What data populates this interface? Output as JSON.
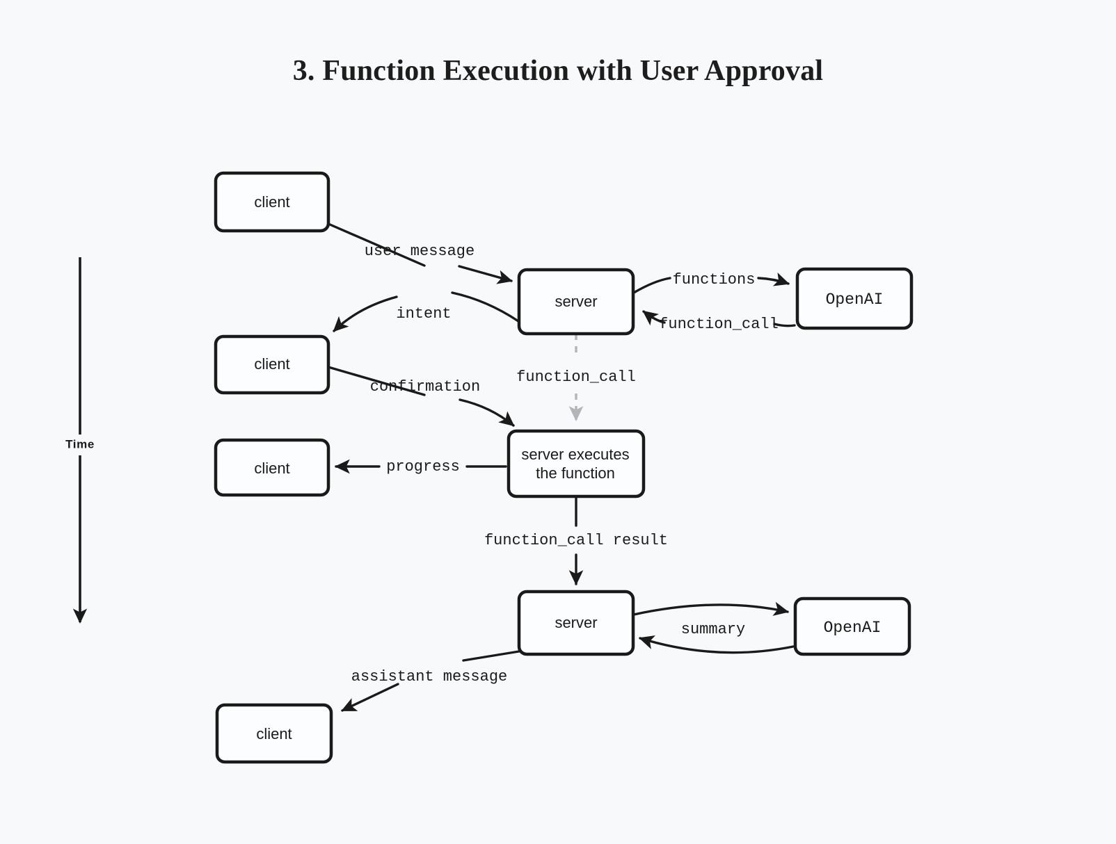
{
  "title": "3. Function Execution with User Approval",
  "colors": {
    "background": "#f7f9fb",
    "node_fill": "#fcfdfe",
    "stroke": "#1a1a1a",
    "dashed_stroke": "#b3b6b9"
  },
  "axis": {
    "label": "Time",
    "direction": "downward"
  },
  "nodes": [
    {
      "id": "client1",
      "label": "client",
      "font": "sans"
    },
    {
      "id": "server1",
      "label": "server",
      "font": "sans"
    },
    {
      "id": "openai1",
      "label": "OpenAI",
      "font": "mono"
    },
    {
      "id": "client2",
      "label": "client",
      "font": "sans"
    },
    {
      "id": "exec",
      "label_line1": "server executes",
      "label_line2": "the function",
      "font": "sans"
    },
    {
      "id": "client3",
      "label": "client",
      "font": "sans"
    },
    {
      "id": "server2",
      "label": "server",
      "font": "sans"
    },
    {
      "id": "openai2",
      "label": "OpenAI",
      "font": "mono"
    },
    {
      "id": "client4",
      "label": "client",
      "font": "sans"
    }
  ],
  "edges": [
    {
      "id": "e1",
      "from": "client1",
      "to": "server1",
      "label": "user message",
      "style": "solid"
    },
    {
      "id": "e2",
      "from": "server1",
      "to": "openai1",
      "label": "functions",
      "style": "solid"
    },
    {
      "id": "e3",
      "from": "openai1",
      "to": "server1",
      "label": "function_call",
      "style": "solid"
    },
    {
      "id": "e4",
      "from": "server1",
      "to": "client2",
      "label": "intent",
      "style": "solid"
    },
    {
      "id": "e5",
      "from": "server1",
      "to": "exec",
      "label": "function_call",
      "style": "dashed"
    },
    {
      "id": "e6",
      "from": "client2",
      "to": "exec",
      "label": "confirmation",
      "style": "solid"
    },
    {
      "id": "e7",
      "from": "exec",
      "to": "client3",
      "label": "progress",
      "style": "solid"
    },
    {
      "id": "e8",
      "from": "exec",
      "to": "server2",
      "label": "function_call result",
      "style": "solid"
    },
    {
      "id": "e9",
      "from": "server2",
      "to": "openai2",
      "label": "summary",
      "style": "solid"
    },
    {
      "id": "e10",
      "from": "openai2",
      "to": "server2",
      "label": "",
      "style": "solid"
    },
    {
      "id": "e11",
      "from": "server2",
      "to": "client4",
      "label": "assistant message",
      "style": "solid"
    }
  ]
}
